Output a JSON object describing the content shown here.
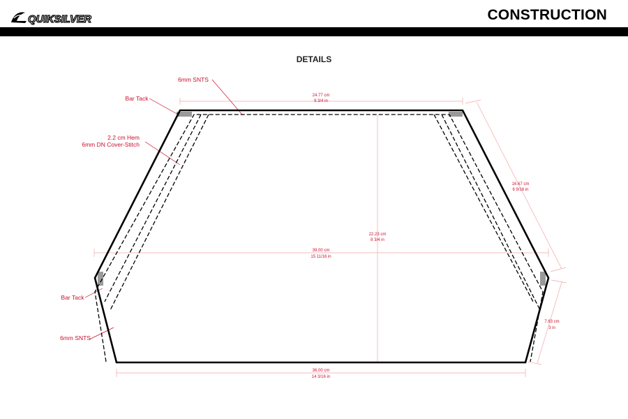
{
  "header": {
    "logo_alt": "Quiksilver",
    "logo_text": "QUIKSILVER",
    "title": "CONSTRUCTION"
  },
  "section": {
    "title": "DETAILS"
  },
  "callouts": {
    "top_snts": "6mm SNTS",
    "top_bar_tack": "Bar Tack",
    "hem_line1": "2.2 cm Hem",
    "hem_line2": "6mm DN Cover-Stitch",
    "left_bar_tack": "Bar Tack",
    "bottom_snts": "6mm SNTS"
  },
  "dimensions": {
    "top_width": {
      "cm": "24.77 cm",
      "in": "9 3/4 in"
    },
    "height": {
      "cm": "22.23 cm",
      "in": "8 3/4 in"
    },
    "mid_width": {
      "cm": "39.00 cm",
      "in": "15 11/16 in"
    },
    "bottom_width": {
      "cm": "36.00 cm",
      "in": "14 3/16 in"
    },
    "side_upper": {
      "cm": "16.67 cm",
      "in": "6 9/16 in"
    },
    "side_lower": {
      "cm": "7.63 cm",
      "in": "3 in"
    }
  },
  "colors": {
    "annotation": "#c8102e",
    "outline": "#000000",
    "guide": "#f2a6a6"
  }
}
